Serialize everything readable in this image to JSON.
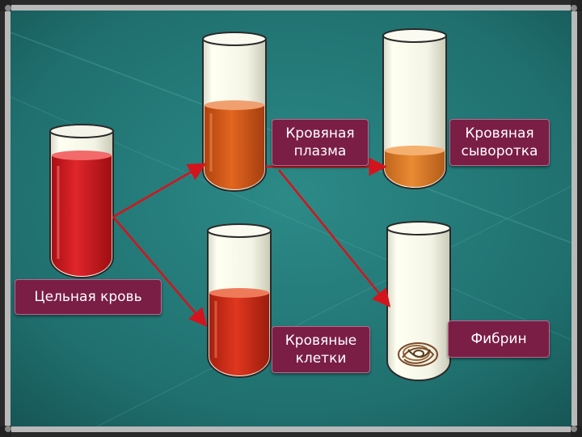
{
  "labels": {
    "whole_blood": "Цельная кровь",
    "plasma_line1": "Кровяная",
    "plasma_line2": "плазма",
    "serum_line1": "Кровяная",
    "serum_line2": "сыворотка",
    "cells_line1": "Кровяные",
    "cells_line2": "клетки",
    "fibrin": "Фибрин"
  },
  "colors": {
    "background": "#1f6f6e",
    "frame": "#b9b9b9",
    "whole_blood": "#c8151c",
    "plasma": "#d2561c",
    "serum": "#d97a2a",
    "cells": "#c52a1a",
    "arrow": "#d4141c",
    "label_bg": "#7a1e45"
  },
  "icons": [
    "test-tube-icon",
    "fibrin-clot-icon",
    "arrow-icon"
  ]
}
